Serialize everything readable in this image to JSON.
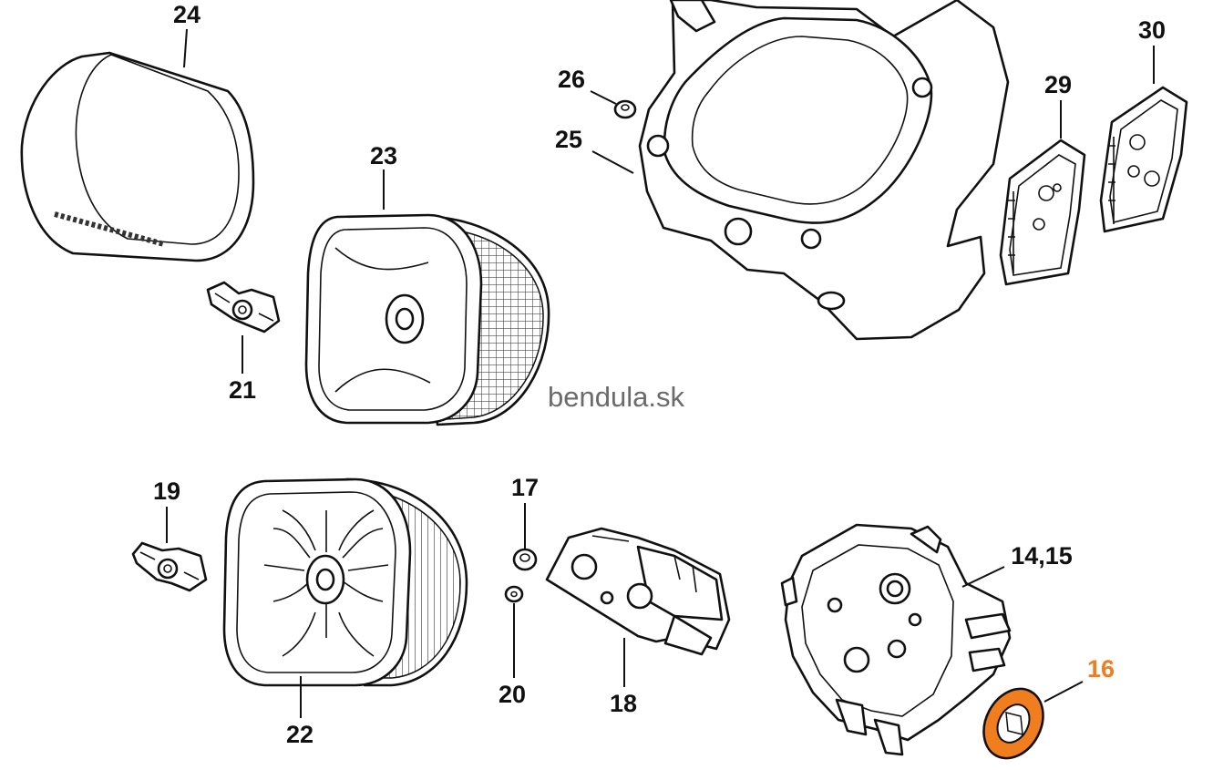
{
  "diagram": {
    "watermark": "bendula.sk",
    "highlight_color": "#f07d1e",
    "line_color": "#111111",
    "parts": [
      {
        "id": "24",
        "label": "24",
        "shape": "filter-sleeve"
      },
      {
        "id": "23",
        "label": "23",
        "shape": "air-filter-top"
      },
      {
        "id": "21",
        "label": "21",
        "shape": "wing-nut"
      },
      {
        "id": "26",
        "label": "26",
        "shape": "grommet"
      },
      {
        "id": "25",
        "label": "25",
        "shape": "shroud"
      },
      {
        "id": "29",
        "label": "29",
        "shape": "filter-plate"
      },
      {
        "id": "30",
        "label": "30",
        "shape": "filter-plate"
      },
      {
        "id": "19",
        "label": "19",
        "shape": "wing-nut"
      },
      {
        "id": "22",
        "label": "22",
        "shape": "air-filter-bottom"
      },
      {
        "id": "17",
        "label": "17",
        "shape": "nut"
      },
      {
        "id": "20",
        "label": "20",
        "shape": "washer"
      },
      {
        "id": "18",
        "label": "18",
        "shape": "baffle"
      },
      {
        "id": "14,15",
        "label": "14,15",
        "shape": "filter-base"
      },
      {
        "id": "16",
        "label": "16",
        "shape": "gasket",
        "highlighted": true
      }
    ]
  }
}
